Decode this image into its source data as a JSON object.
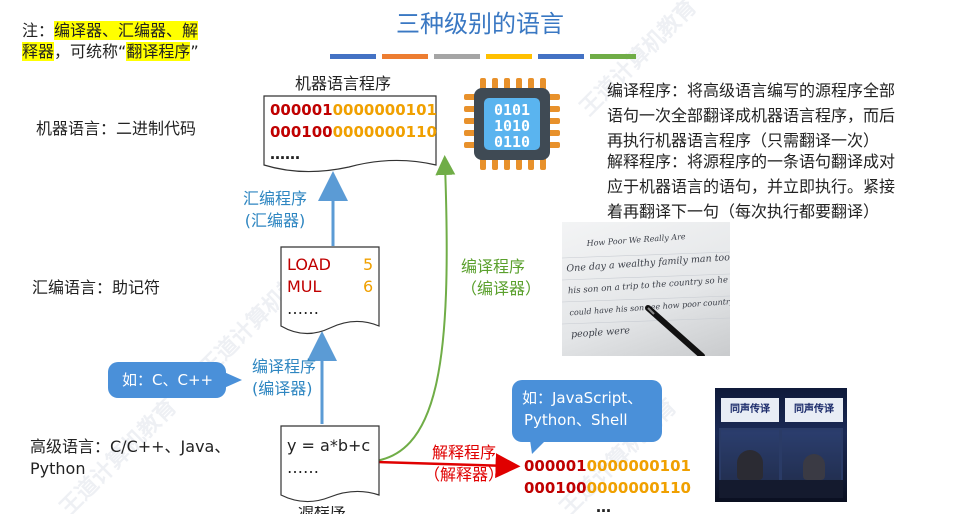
{
  "title": "三种级别的语言",
  "title_bar_colors": [
    "#4472c4",
    "#ed7d31",
    "#a5a5a5",
    "#ffc000",
    "#4472c4",
    "#70ad47"
  ],
  "note": {
    "prefix": "注：",
    "hl1": "编译器、汇编器、解",
    "hl2": "释器",
    "mid": "，可统称“",
    "hl3": "翻译程序",
    "suffix": "”"
  },
  "levels": {
    "machine": "机器语言：二进制代码",
    "assembly": "汇编语言：助记符",
    "high_1": "高级语言：C/C++、Java、",
    "high_2": "Python"
  },
  "machine_doc": {
    "caption": "机器语言程序",
    "line1_a": "000001",
    "line1_b": "0000000101",
    "line2_a": "000100",
    "line2_b": "0000000110",
    "line3": "……"
  },
  "asm_doc": {
    "op1": "LOAD",
    "arg1": "5",
    "op2": "MUL",
    "arg2": "6",
    "more": "……"
  },
  "src_doc": {
    "line1": "y = a*b+c",
    "line2": "……",
    "caption": "源程序"
  },
  "labels": {
    "assembler_1": "汇编程序",
    "assembler_2": "(汇编器)",
    "compiler_left_1": "编译程序",
    "compiler_left_2": "(编译器)",
    "compiler_right_1": "编译程序",
    "compiler_right_2": "（编译器）",
    "interp_1": "解释程序",
    "interp_2": "（解释器）"
  },
  "bubbles": {
    "c_example": "如：C、C++",
    "js_1": "如：JavaScript、",
    "js_2": "Python、Shell"
  },
  "interp_out": {
    "line1_a": "000001",
    "line1_b": "0000000101",
    "line2_a": "000100",
    "line2_b": "0000000110",
    "line3": "…"
  },
  "chip_text": [
    "0101",
    "1010",
    "0110"
  ],
  "desc": {
    "c1": "编译程序：将高级语言编写的源程序全部",
    "c2": "语句一次全部翻译成机器语言程序，而后",
    "c3": "再执行机器语言程序（只需翻译一次）",
    "i1": "解释程序：将源程序的一条语句翻译成对",
    "i2": "应于机器语言的语句，并立即执行。紧接",
    "i3": "着再翻译下一句（每次执行都要翻译）"
  },
  "photo_handwriting": {
    "line1": "How Poor We Really Are",
    "line2": "One day a wealthy family man took",
    "line3": "his son on a trip to the country so he",
    "line4": "could have his son see how poor country",
    "line5": "people were"
  },
  "photo_booth": {
    "sign1": "同声传译",
    "sign2": "同声传译"
  },
  "watermark": "王道计算机教育"
}
